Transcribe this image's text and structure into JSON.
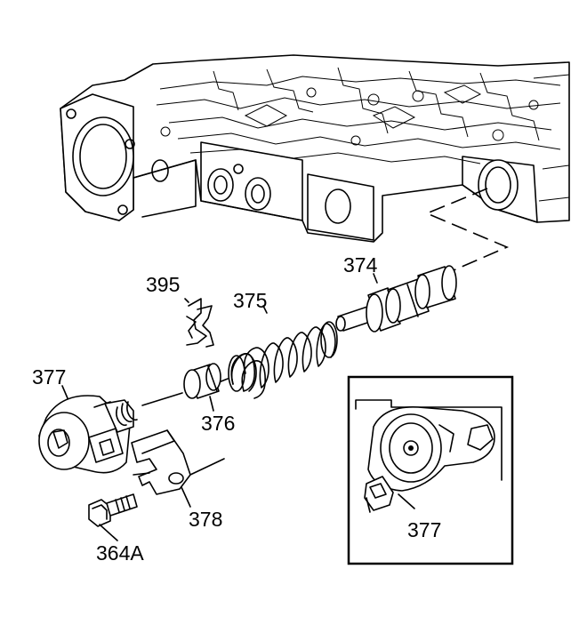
{
  "callouts": [
    {
      "id": "395",
      "text": "395"
    },
    {
      "id": "375",
      "text": "375"
    },
    {
      "id": "374",
      "text": "374"
    },
    {
      "id": "377",
      "text": "377"
    },
    {
      "id": "376",
      "text": "376"
    },
    {
      "id": "378",
      "text": "378"
    },
    {
      "id": "364A",
      "text": "364A"
    },
    {
      "id": "377-inset",
      "text": "377"
    }
  ]
}
